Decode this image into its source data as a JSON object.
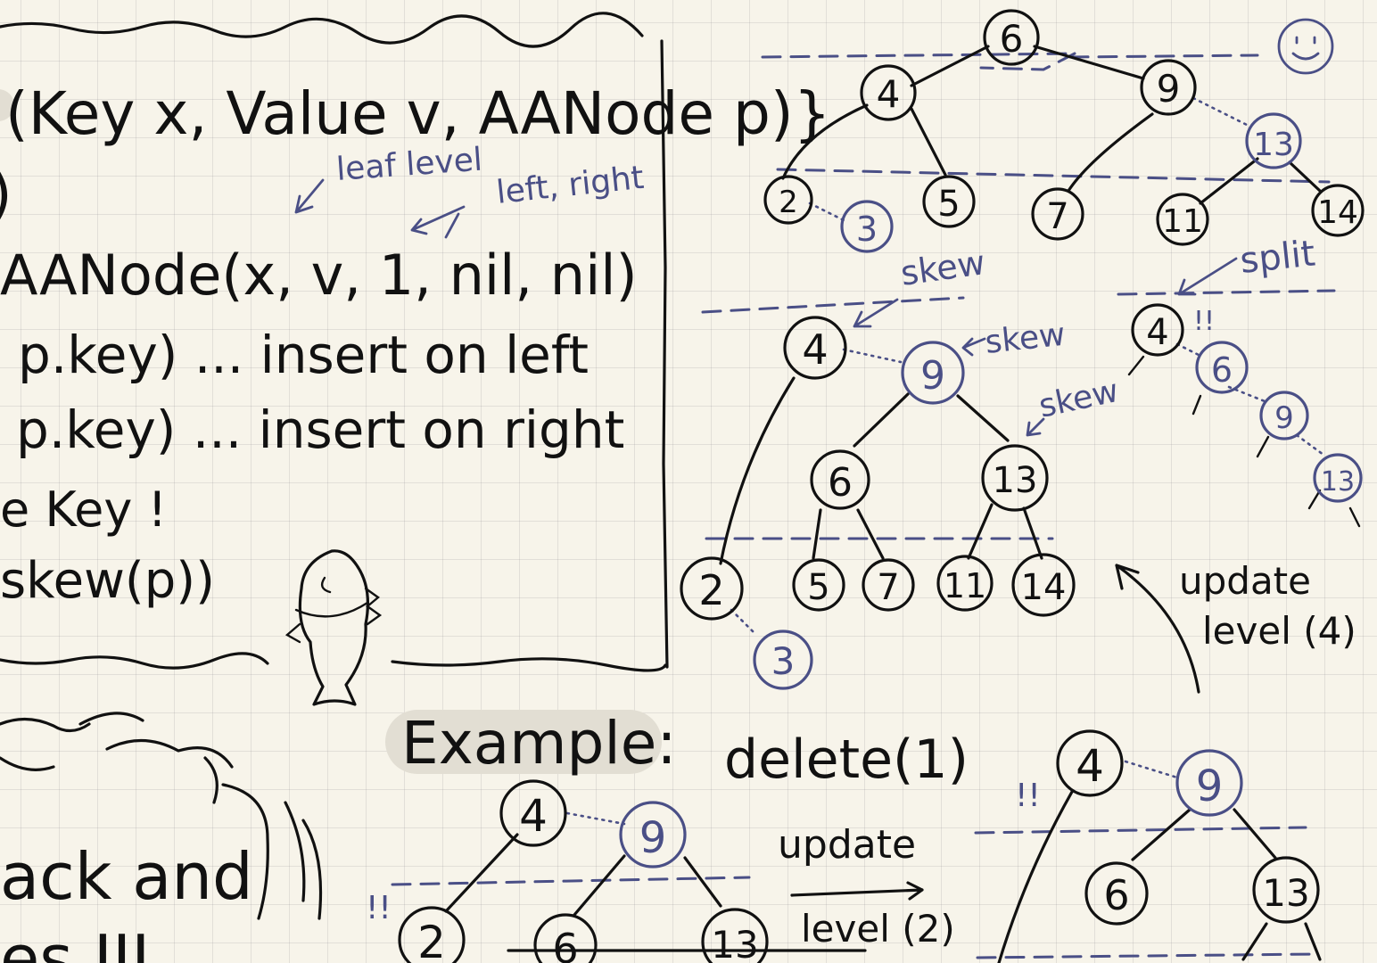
{
  "code_box": {
    "signature": "(Key x, Value v, AANode p)}",
    "new_node": "AANode(x, v, 1, nil, nil)",
    "line_left": "p.key) ... insert on left",
    "line_right": "p.key) ... insert on right",
    "line_key": "e Key !",
    "line_return": "skew(p))",
    "open_paren": ")",
    "note_leaf_level": "leaf level",
    "note_left_right": "left, right"
  },
  "bottom_left": {
    "text_line1": "ack and",
    "text_line2": "es III"
  },
  "tree_top": {
    "nodes": [
      "6",
      "4",
      "9",
      "13",
      "2",
      "3",
      "5",
      "7",
      "11",
      "14"
    ],
    "smiley": "☺"
  },
  "tree_middle_left": {
    "nodes": [
      "4",
      "9",
      "6",
      "13",
      "2",
      "3",
      "5",
      "7",
      "11",
      "14"
    ],
    "notes": [
      "skew",
      "skew",
      "skew"
    ]
  },
  "tree_middle_right": {
    "nodes": [
      "4",
      "6",
      "9",
      "13"
    ],
    "mark": "!!",
    "note_split": "split"
  },
  "update_note": {
    "line1": "update",
    "line2": "level (4)"
  },
  "example": {
    "title": "Example:",
    "op": "delete(1)",
    "update_line1": "update",
    "update_line2": "level (2)",
    "mark": "!!",
    "nodes_left": [
      "4",
      "9",
      "2",
      "6",
      "13"
    ],
    "nodes_right": [
      "4",
      "9",
      "6",
      "13"
    ],
    "mark_right": "!!"
  }
}
